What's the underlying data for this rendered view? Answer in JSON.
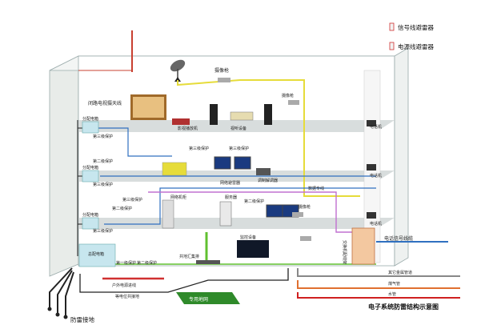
{
  "legend": {
    "signal_arrester": "信号线避雷器",
    "power_arrester": "电源线避雷器"
  },
  "labels": {
    "cctv": "闭路电视摄天线",
    "camera_top": "摄像枪",
    "camera_mid": "摄像枪",
    "camera_low": "摄像枪",
    "av_system": "影视播放机",
    "audio_equipment": "视听设备",
    "distribution_box_1": "分配电箱",
    "distribution_box_2": "分配电箱",
    "distribution_box_3": "分配电箱",
    "third_level_1": "第三级保护",
    "third_level_2": "第三级保护",
    "third_level_3": "第三级保护",
    "third_level_4": "第三级保护",
    "third_level_5": "第三级保护",
    "third_level_6": "第三级保护",
    "second_level_1": "第二级保护",
    "second_level_2": "第二级保护",
    "second_level_3": "第二级保护",
    "second_level_4": "第二级保护",
    "network_arrester": "网络避雷器",
    "modem": "调制解调器",
    "network_cabinet": "网络机柜",
    "server": "服务器",
    "data_line": "数据专线",
    "telephone_1": "电话机",
    "telephone_2": "电话机",
    "telephone_3": "电话机",
    "exchange": "交换机配线架",
    "telecom_line": "电话信号线缆",
    "monitor_device": "监控设备",
    "common_ground_bar": "共地汇集排",
    "main_box": "总配电箱",
    "first_level": "第一级保护",
    "outdoor_power": "户外电源进线",
    "equipotential": "等电位共接地",
    "special_ground": "专用地网",
    "other_metal_pipe": "其它金属管道",
    "gas_pipe": "煤气管",
    "water_pipe": "水管",
    "lightning_ground": "防雷接地",
    "caption": "电子系统防雷结构示意图"
  }
}
